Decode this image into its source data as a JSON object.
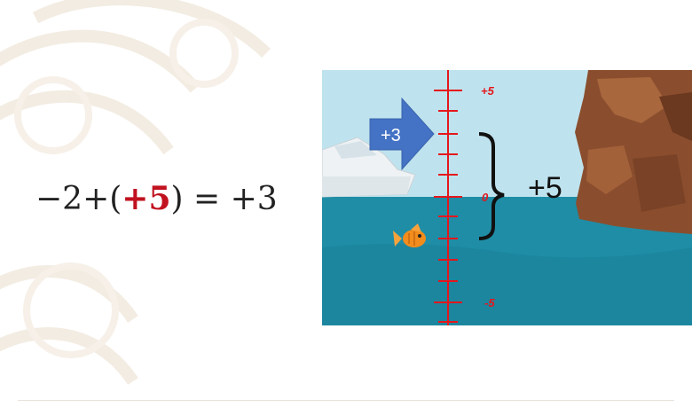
{
  "equation": {
    "prefix": "−2+(",
    "highlight": "+5",
    "suffix": ") = +3"
  },
  "scene": {
    "arrow_label": "+3",
    "tick_top": "+5",
    "tick_zero": "0",
    "tick_bottom": "-5",
    "brace_label": "+5"
  },
  "colors": {
    "sky": "#bfe3ee",
    "water": "#1f8da6",
    "arrow": "#4472c4",
    "ruler": "#e4171c",
    "highlight": "#c1121f"
  },
  "icons": [
    "boat-icon",
    "fish-icon",
    "cliff-rock"
  ]
}
